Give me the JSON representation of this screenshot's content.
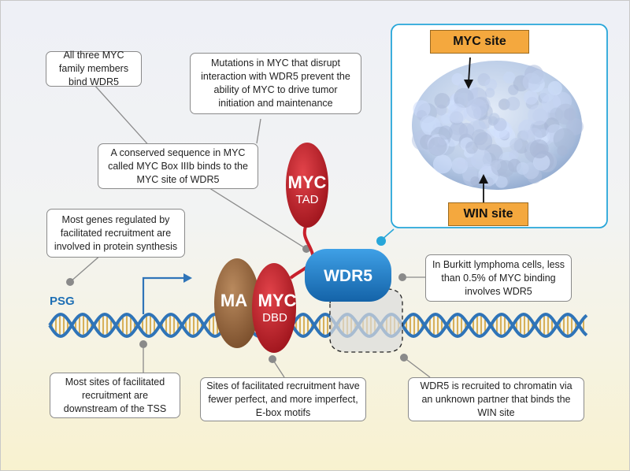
{
  "structure_tags": {
    "myc_site": "MYC site",
    "win_site": "WIN site"
  },
  "proteins": {
    "myc_tad_name": "MYC",
    "myc_tad_domain": "TAD",
    "myc_dbd_name": "MYC",
    "myc_dbd_domain": "DBD",
    "max_label": "MA",
    "wdr5_label": "WDR5"
  },
  "dna_label": "PSG",
  "callouts": {
    "family_bind": "All three MYC family members bind WDR5",
    "mutations": "Mutations in MYC that disrupt interaction with WDR5 prevent the ability of MYC to drive tumor initiation and maintenance",
    "conserved": "A conserved sequence in MYC called MYC Box IIIb binds to the MYC site of WDR5",
    "protein_synthesis": "Most genes regulated by facilitated recruitment are involved in protein synthesis",
    "burkitt": "In Burkitt lymphoma cells, less than 0.5% of MYC binding involves WDR5",
    "downstream": "Most sites of facilitated recruitment are downstream of the TSS",
    "ebox": "Sites of facilitated recruitment have fewer perfect, and more imperfect, E-box motifs",
    "chromatin": "WDR5 is recruited to chromatin via an unknown partner that binds the WIN site"
  },
  "colors": {
    "dna_backbone": "#2f74b8",
    "base_pairs": "#d4a84a",
    "myc": "#c8202b",
    "max": "#9c6a3e",
    "wdr5": "#1f7fcf",
    "tag": "#f4a83e",
    "surface": "#b9cbe6",
    "inset_border": "#27a6d9"
  }
}
